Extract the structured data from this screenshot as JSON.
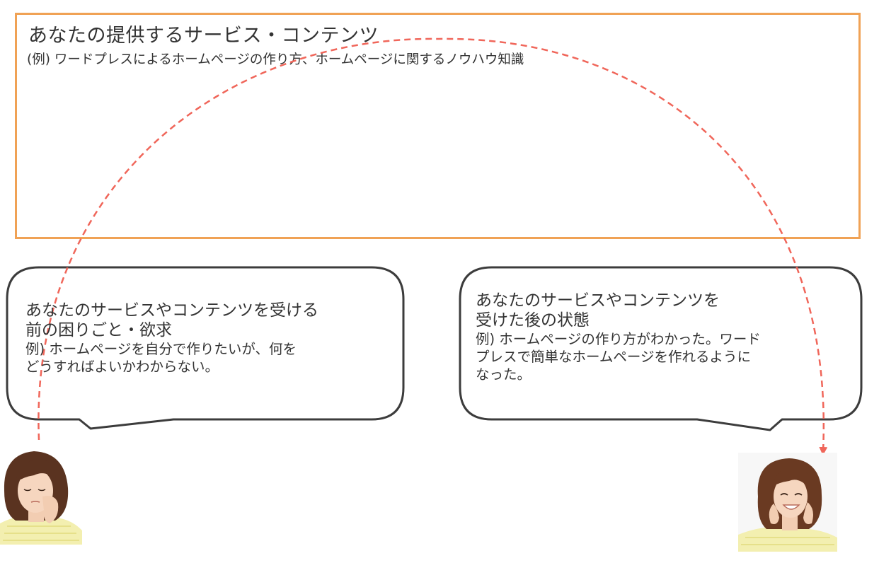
{
  "service": {
    "title": "あなたの提供するサービス・コンテンツ",
    "example": "(例) ワードプレスによるホームページの作り方、ホームページに関するノウハウ知識"
  },
  "before": {
    "heading_line1": "あなたのサービスやコンテンツを受ける",
    "heading_line2": "前の困りごと・欲求",
    "example_line1": "例) ホームページを自分で作りたいが、何を",
    "example_line2": "どうすればよいかわからない。"
  },
  "after": {
    "heading_line1": "あなたのサービスやコンテンツを",
    "heading_line2": "受けた後の状態",
    "example_line1": "例) ホームページの作り方がわかった。ワード",
    "example_line2": "プレスで簡単なホームページを作れるように",
    "example_line3": "なった。"
  },
  "colors": {
    "box_border": "#f0a255",
    "arrow": "#f0665a",
    "bubble_border": "#3c3c3c"
  },
  "images": {
    "worried_person": "worried-woman-photo",
    "happy_person": "happy-woman-photo"
  }
}
